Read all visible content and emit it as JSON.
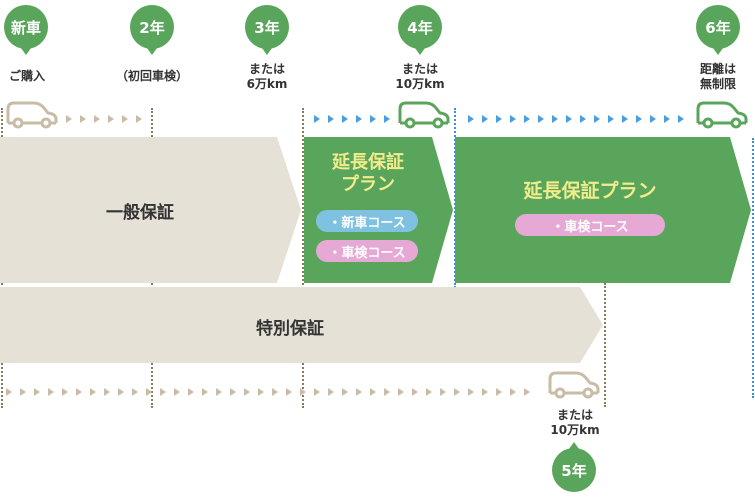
{
  "milestones": [
    {
      "badge": "新車",
      "label_lines": [
        "ご購入"
      ]
    },
    {
      "badge": "2年",
      "label_lines": [
        "（初回車検）"
      ]
    },
    {
      "badge": "3年",
      "label_lines": [
        "または",
        "6万km"
      ]
    },
    {
      "badge": "4年",
      "label_lines": [
        "または",
        "10万km"
      ]
    },
    {
      "badge": "6年",
      "label_lines": [
        "距離は",
        "無制限"
      ]
    },
    {
      "badge": "5年",
      "label_lines": [
        "または",
        "10万km"
      ]
    }
  ],
  "bands": {
    "general": {
      "label": "一般保証"
    },
    "special": {
      "label": "特別保証"
    },
    "extended_short": {
      "title_lines": [
        "延長保証",
        "プラン"
      ],
      "courses": [
        "・新車コース",
        "・車検コース"
      ]
    },
    "extended_long": {
      "title": "延長保証プラン",
      "courses": [
        "・車検コース"
      ]
    }
  },
  "colors": {
    "green": "#5aa55c",
    "beige": "#e5e1d7",
    "car_beige": "#c8bca6",
    "title_yellow": "#f3ec8c",
    "course_blue": "#7ec1e0",
    "course_pink": "#e6a9d6",
    "divider_brown": "#8c7a5a",
    "divider_blue": "#3d8fd6"
  }
}
